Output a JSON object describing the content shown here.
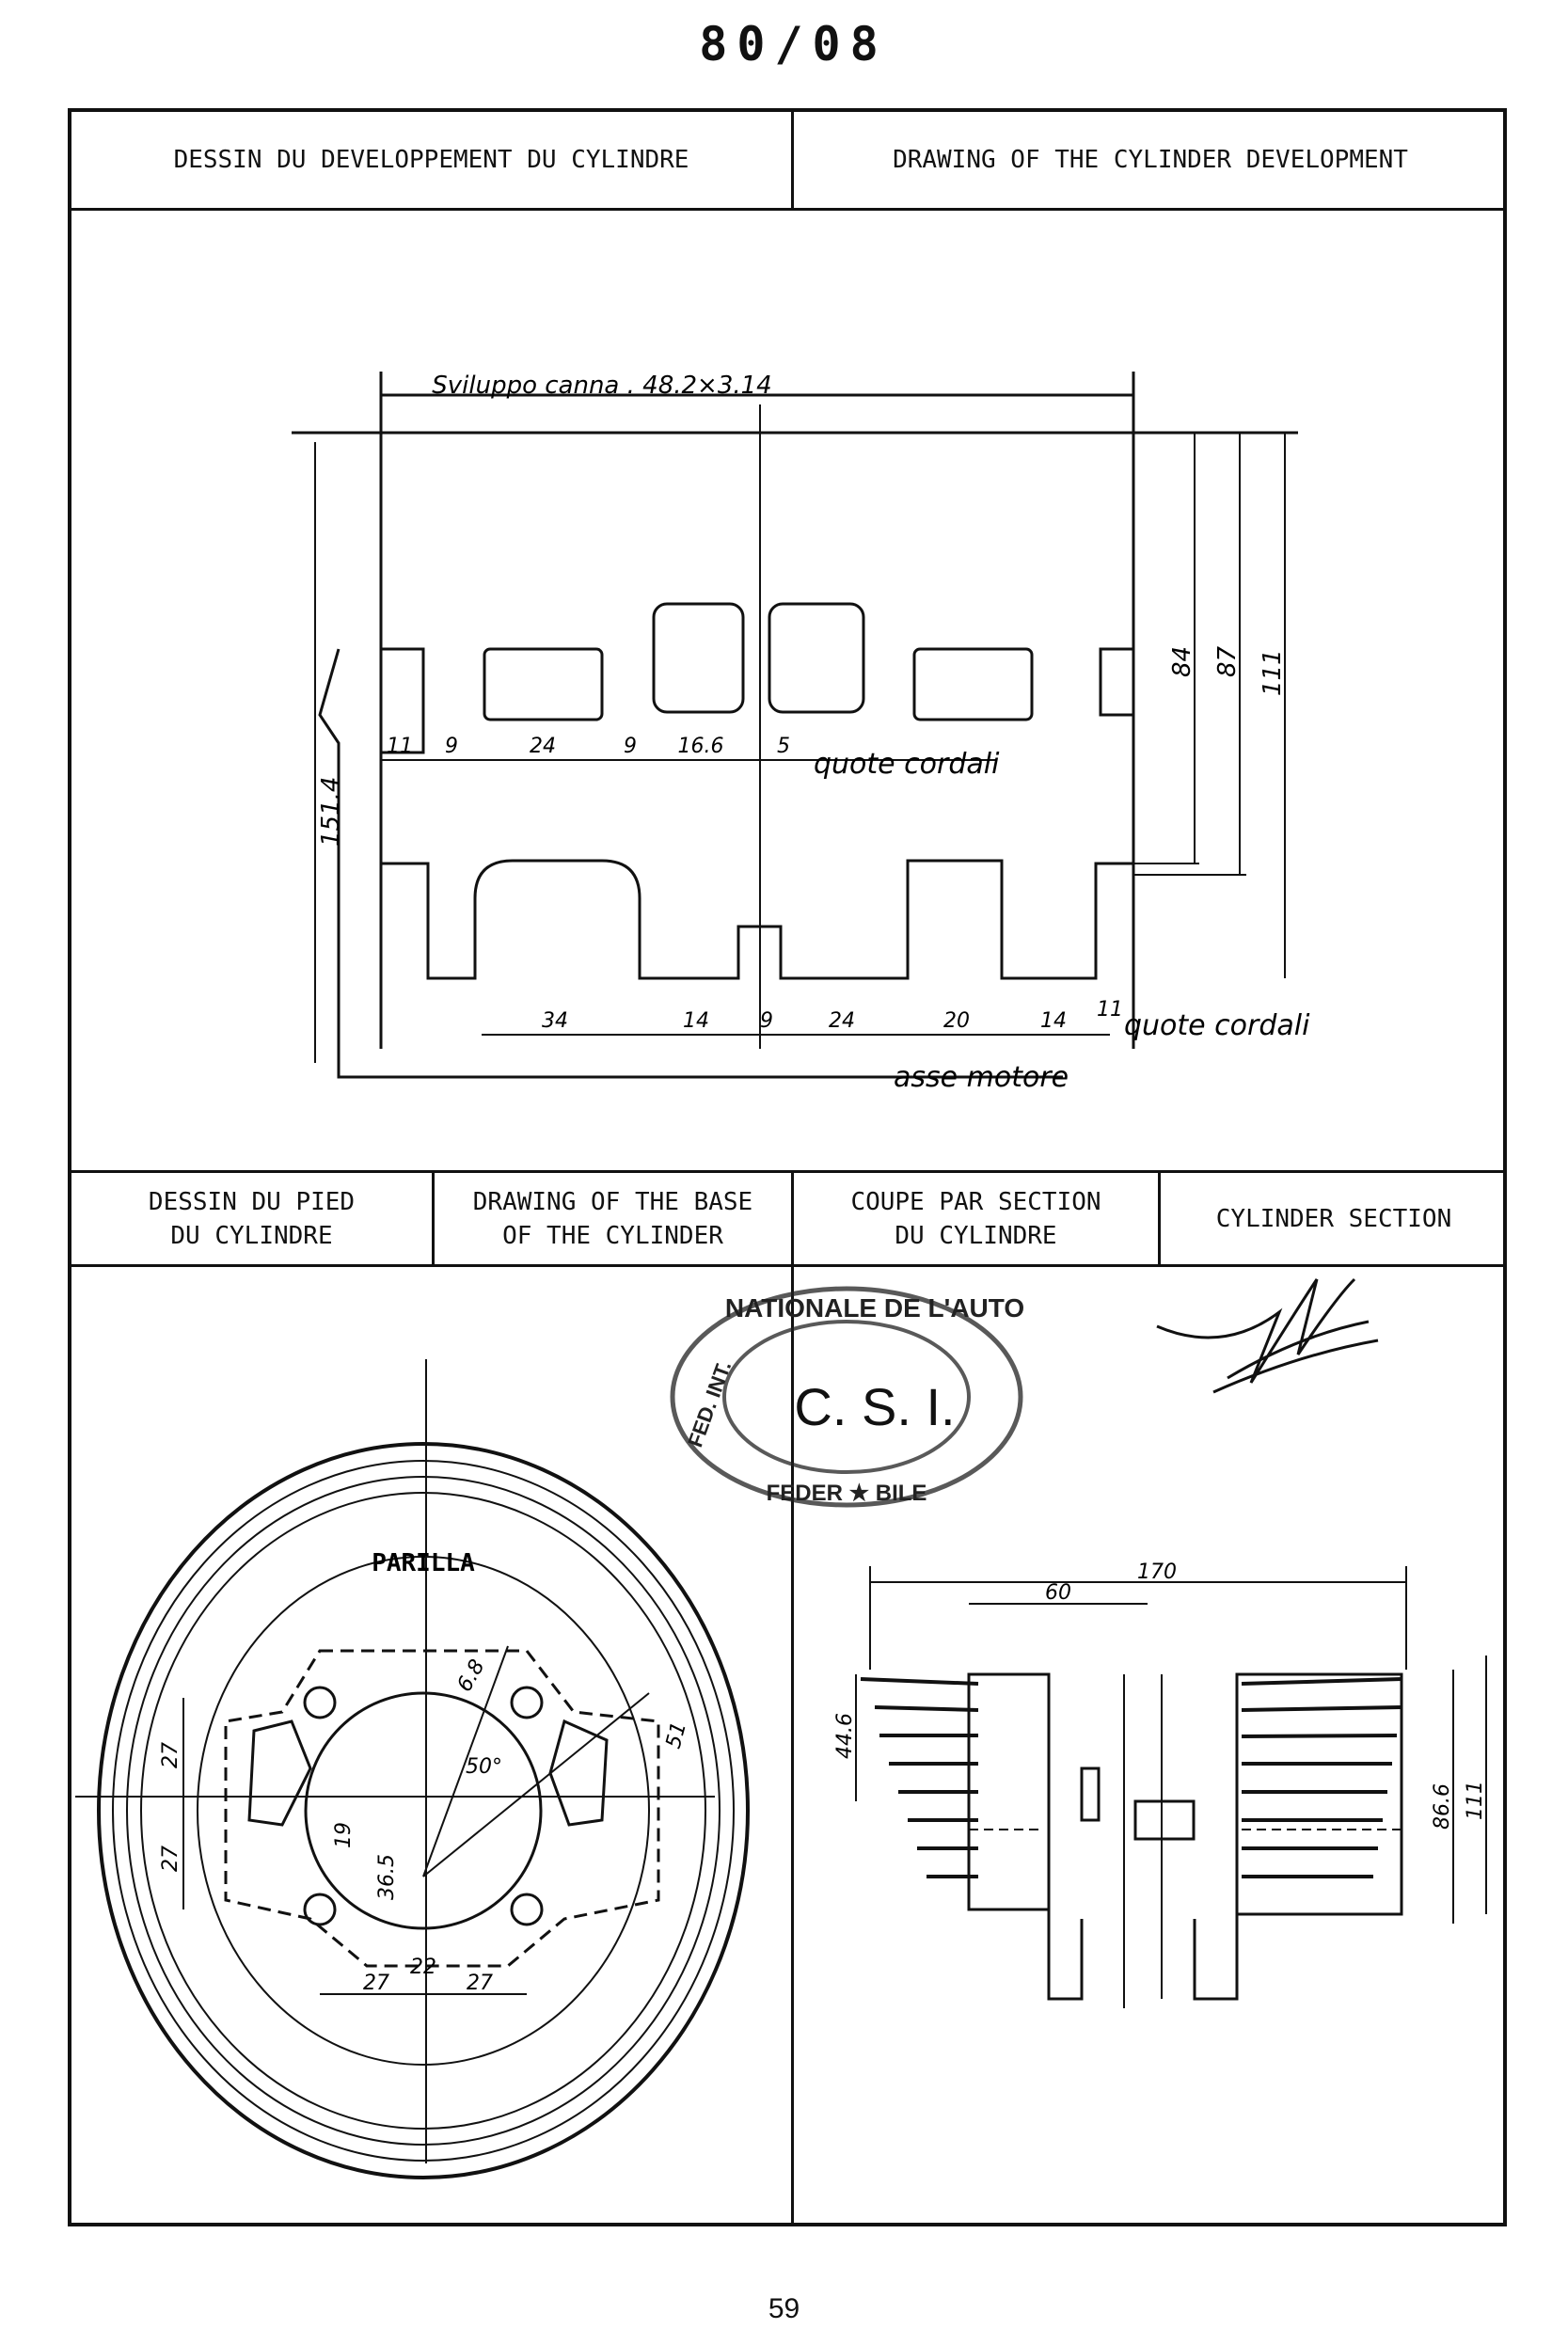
{
  "doc_number": "80/08",
  "page_number": "59",
  "sections": {
    "dev_fr": "DESSIN DU DEVELOPPEMENT DU CYLINDRE",
    "dev_en": "DRAWING OF THE CYLINDER DEVELOPMENT",
    "base_fr": "DESSIN DU PIED\nDU CYLINDRE",
    "base_en": "DRAWING OF THE BASE\nOF THE CYLINDER",
    "section_fr": "COUPE PAR SECTION\nDU CYLINDRE",
    "section_en": "CYLINDER SECTION"
  },
  "development": {
    "title": "Sviluppo canna . 48.2×3.14",
    "top_dims": [
      "11",
      "9",
      "24",
      "9",
      "16.6",
      "5"
    ],
    "top_note": "quote cordali",
    "bottom_dims": [
      "34",
      "14",
      "9",
      "24",
      "20",
      "14",
      "11"
    ],
    "bottom_note": "quote cordali",
    "axis_note": "asse motore",
    "left_dim": "151.4",
    "right_dims": [
      "84",
      "87",
      "111"
    ]
  },
  "base": {
    "brand": "PARILLA",
    "dims": [
      "27",
      "27",
      "19",
      "36.5",
      "22",
      "27",
      "27",
      "6.8",
      "50°",
      "51"
    ]
  },
  "section": {
    "dims": [
      "170",
      "60",
      "44.6",
      "86.6",
      "111"
    ]
  },
  "stamp": {
    "center": "C. S. I.",
    "ring_top": "NATIONALE DE L'AUTO",
    "ring_left": "FED. INT.",
    "ring_bottom": "FEDER ★ BILE"
  }
}
